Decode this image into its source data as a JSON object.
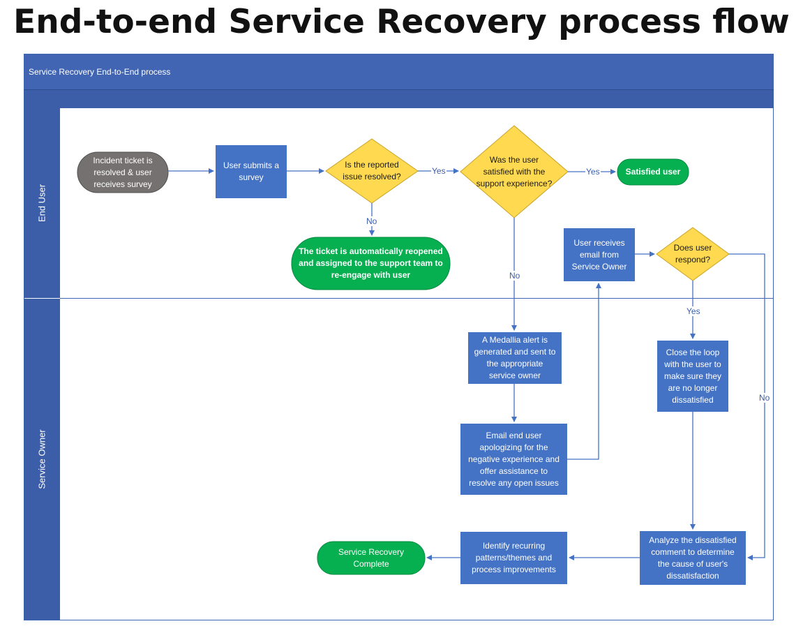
{
  "page_title": "End-to-end Service Recovery process flow",
  "pool": {
    "title": "Service Recovery End-to-End process",
    "lanes": {
      "end_user": "End User",
      "service_owner": "Service Owner"
    }
  },
  "nodes": {
    "ticket_resolved": "Incident ticket is\nresolved & user\nreceives survey",
    "submit_survey": "User submits a\nsurvey",
    "issue_resolved": "Is the reported\nissue resolved?",
    "user_satisfied": "Was the user\nsatisfied with the\nsupport experience?",
    "satisfied_user": "Satisfied user",
    "ticket_reopened": "The ticket is automatically reopened\nand assigned to the support team to\nre-engage with user",
    "receives_email": "User receives\nemail from\nService Owner",
    "does_respond": "Does user\nrespond?",
    "medallia_alert": "A Medallia alert is\ngenerated and sent to\nthe appropriate\nservice owner",
    "email_user": "Email end user\napologizing for the\nnegative experience and\noffer assistance to\nresolve any open issues",
    "close_loop": "Close the loop\nwith the user to\nmake sure they\nare no longer\ndissatisfied",
    "analyze_comment": "Analyze the dissatisfied\ncomment to determine\nthe cause of user's\ndissatisfaction",
    "identify_patterns": "Identify recurring\npatterns/themes and\nprocess improvements",
    "recovery_complete": "Service Recovery\nComplete"
  },
  "edge_labels": {
    "resolved_yes": "Yes",
    "resolved_no": "No",
    "satisfied_yes": "Yes",
    "satisfied_no": "No",
    "respond_yes": "Yes",
    "respond_no": "No"
  },
  "colors": {
    "process_blue": "#4472c4",
    "decision_yellow": "#ffd94f",
    "terminal_green": "#06b050",
    "terminal_gray": "#767171",
    "connector_blue": "#4472c4",
    "lane_header": "#3c5ea9"
  }
}
